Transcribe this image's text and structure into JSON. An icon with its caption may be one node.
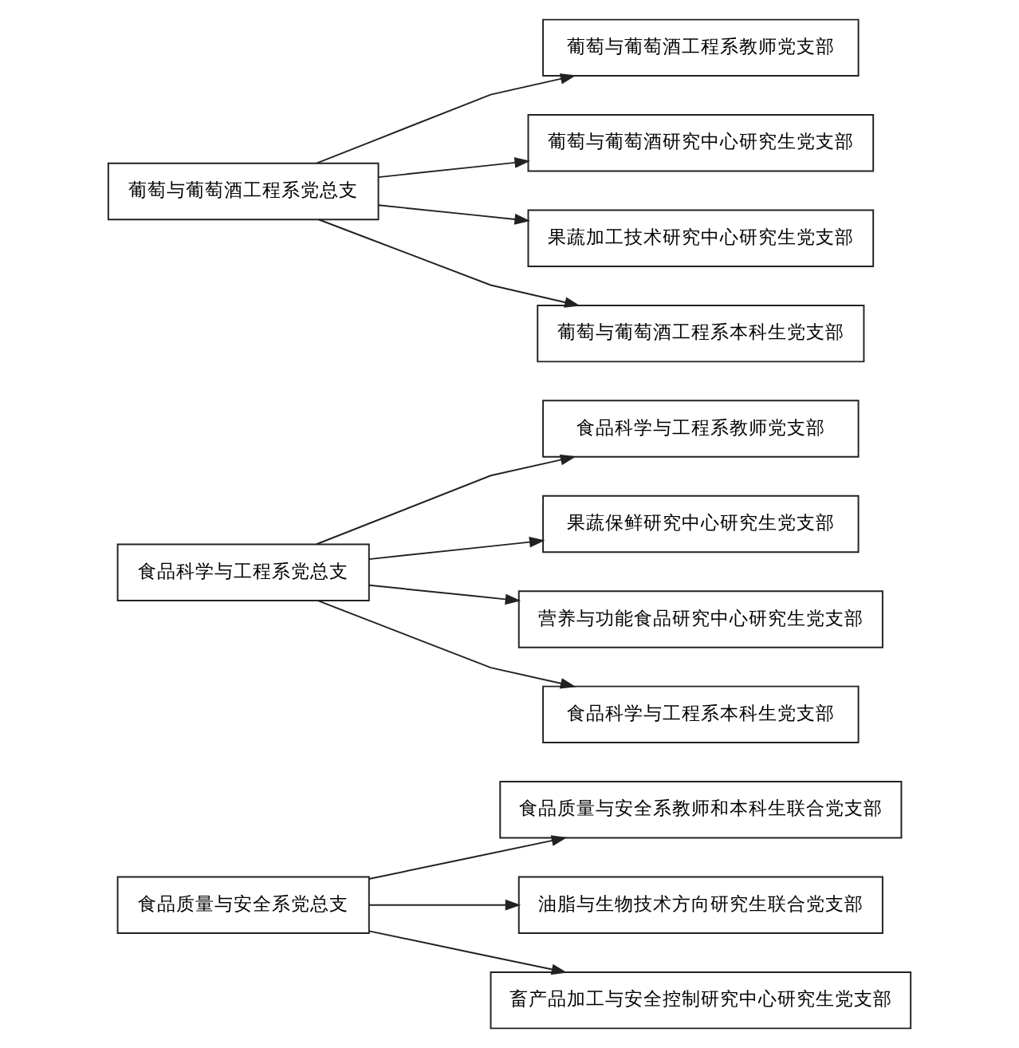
{
  "diagram": {
    "nodes": [
      {
        "text": [
          "食品质量与安全系党总支"
        ]
      },
      {
        "text": [
          "食品质量与安全系教师和本科生联合党支部"
        ]
      },
      {
        "text": [
          "油脂与生物技术方向研究生联合党支部"
        ]
      },
      {
        "text": [
          "畜产品加工与安全控制研究中心研究生党支部"
        ]
      },
      {
        "text": [
          "食品科学与工程系党总支"
        ]
      },
      {
        "text": [
          "食品科学与工程系教师党支部"
        ]
      },
      {
        "text": [
          "果蔬保鲜研究中心研究生党支部"
        ]
      },
      {
        "text": [
          "营养与功能食品研究中心研究生党支部"
        ]
      },
      {
        "text": [
          "食品科学与工程系本科生党支部"
        ]
      },
      {
        "text": [
          "葡萄与葡萄酒工程系党总支"
        ]
      },
      {
        "text": [
          "葡萄与葡萄酒工程系教师党支部"
        ]
      },
      {
        "text": [
          "葡萄与葡萄酒研究中心研究生党支部"
        ]
      },
      {
        "text": [
          "果蔬加工技术研究中心研究生党支部"
        ]
      },
      {
        "text": [
          "葡萄与葡萄酒工程系本科生党支部"
        ]
      }
    ],
    "edges": [
      {
        "from": 0,
        "to": 1,
        "arrow": "to"
      },
      {
        "from": 0,
        "to": 2,
        "arrow": "to"
      },
      {
        "from": 0,
        "to": 3,
        "arrow": "to"
      },
      {
        "from": 4,
        "to": 5,
        "arrow": "to"
      },
      {
        "from": 4,
        "to": 6,
        "arrow": "to"
      },
      {
        "from": 4,
        "to": 7,
        "arrow": "to"
      },
      {
        "from": 4,
        "to": 8,
        "arrow": "to"
      },
      {
        "from": 9,
        "to": 10,
        "arrow": "to"
      },
      {
        "from": 9,
        "to": 11,
        "arrow": "to"
      },
      {
        "from": 9,
        "to": 12,
        "arrow": "to"
      },
      {
        "from": 9,
        "to": 13,
        "arrow": "to"
      }
    ]
  }
}
